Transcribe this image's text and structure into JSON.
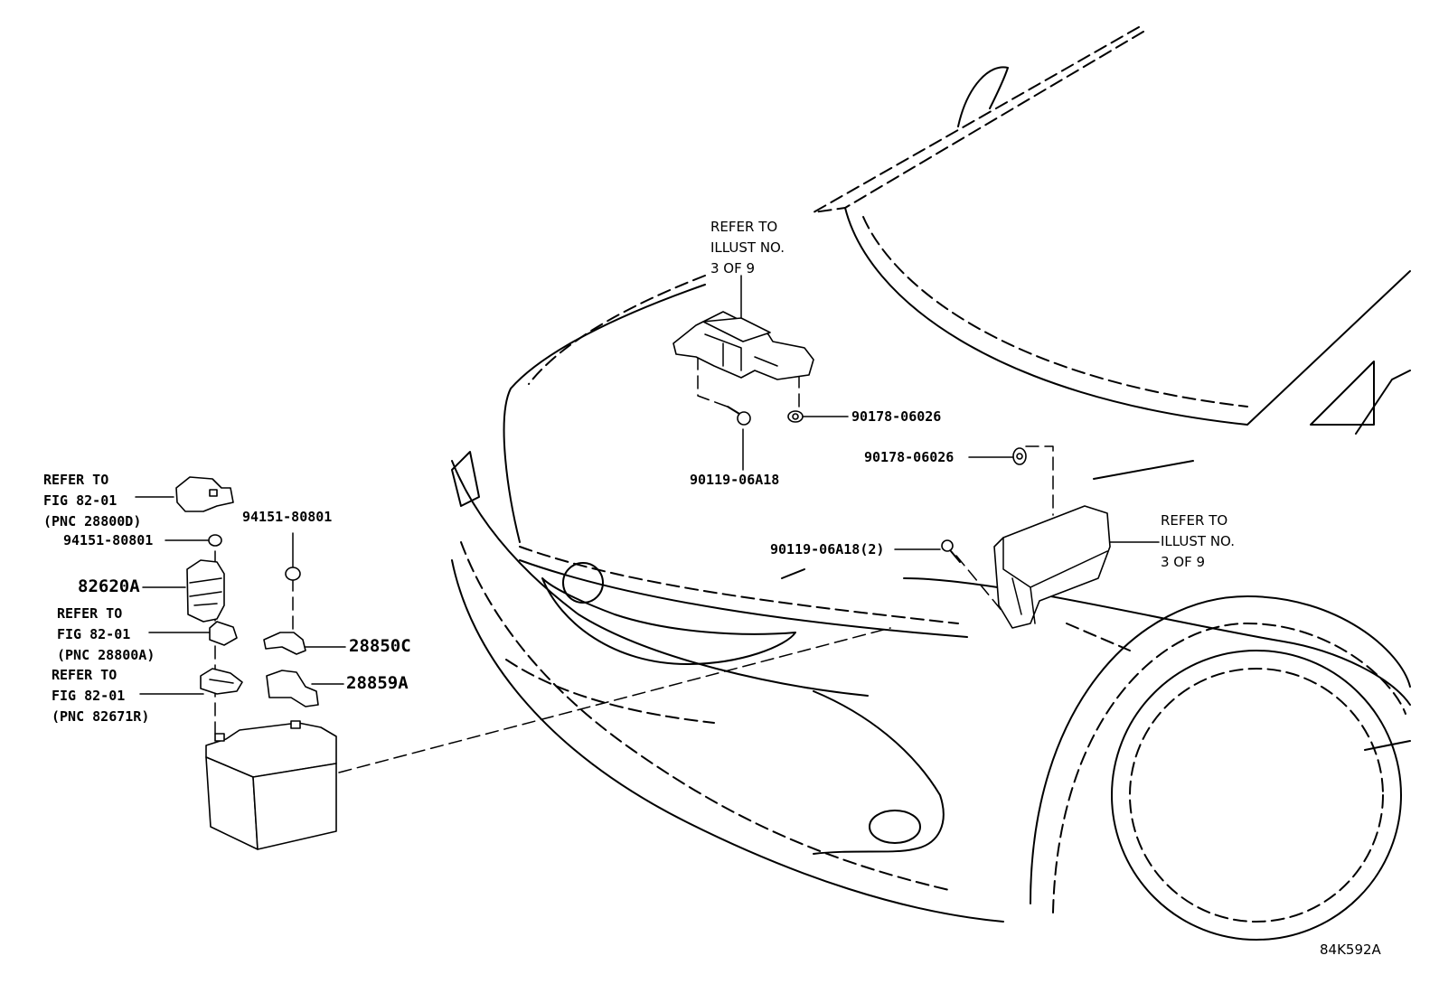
{
  "figure_code": "84K592A",
  "callouts": {
    "top_center_refer": [
      "REFER TO",
      "ILLUST NO.",
      "3 OF 9"
    ],
    "right_refer": [
      "REFER TO",
      "ILLUST NO.",
      "3 OF 9"
    ],
    "nut_upper": "90178-06026",
    "bolt_upper": "90119-06A18",
    "nut_right": "90178-06026",
    "bolt_right": "90119-06A18(2)",
    "cover_refer": [
      "REFER TO",
      "FIG 82-01",
      "(PNC 28800D)"
    ],
    "nut_left": "94151-80801",
    "nut_mid": "94151-80801",
    "fuse_block": "82620A",
    "clamp_refer": [
      "REFER TO",
      "FIG 82-01",
      "(PNC 28800A)"
    ],
    "terminal": "28850C",
    "bracket_refer": [
      "REFER TO",
      "FIG 82-01",
      "(PNC 82671R)"
    ],
    "holder": "28859A"
  }
}
